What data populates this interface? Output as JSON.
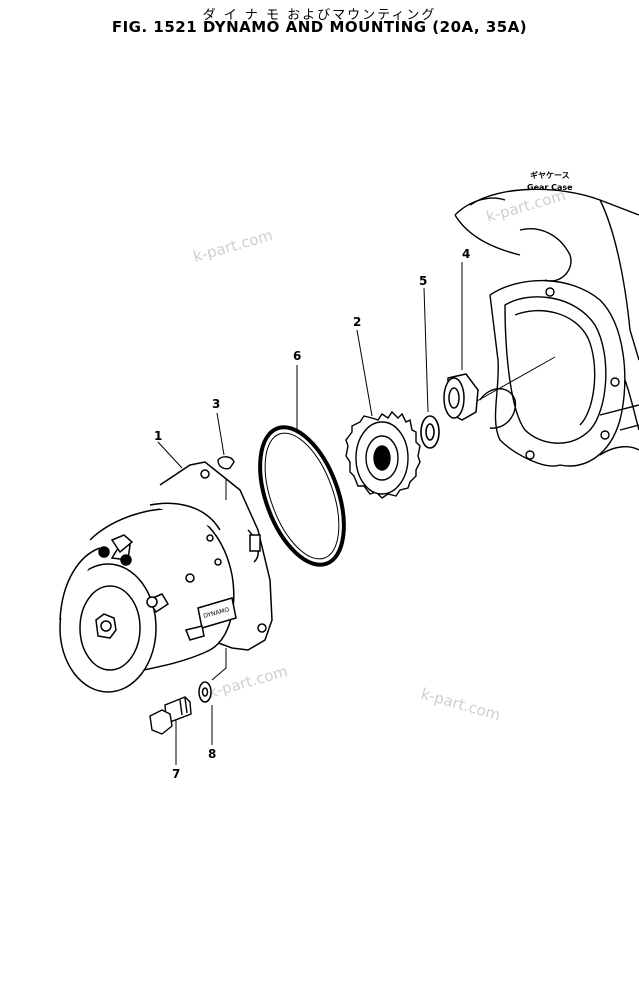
{
  "header": {
    "title_jp": "ダ イ ナ モ およびマウンティング",
    "title_en": "FIG. 1521  DYNAMO AND MOUNTING (20A, 35A)"
  },
  "gear_case": {
    "label_jp": "ギヤケース",
    "label_en": "Gear Case"
  },
  "callouts": {
    "c1": "1",
    "c2": "2",
    "c3": "3",
    "c4": "4",
    "c5": "5",
    "c6": "6",
    "c7": "7",
    "c8": "8"
  },
  "plate_text": "DYNAMO",
  "watermarks": {
    "w1": "k-part.com",
    "w2": "k-part.com",
    "w3": "k-part.com",
    "w4": "k-part.com"
  }
}
